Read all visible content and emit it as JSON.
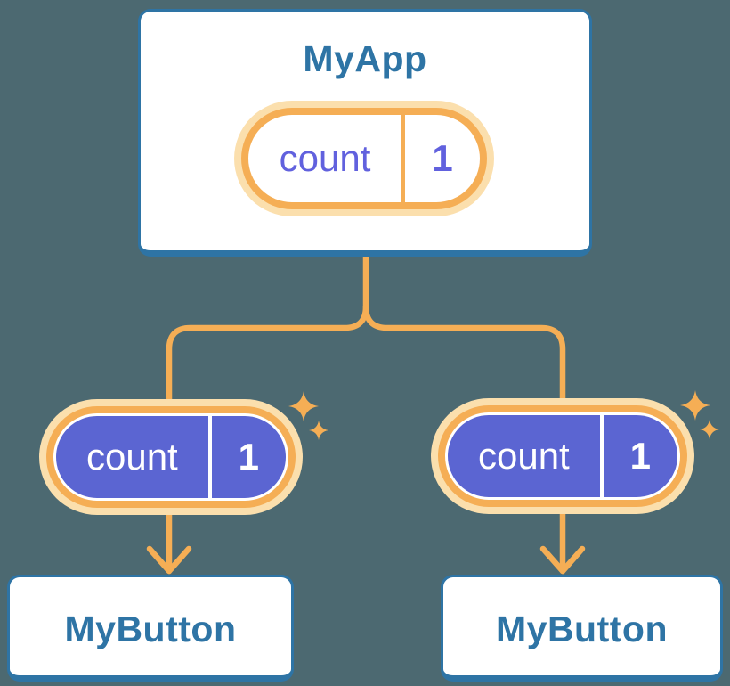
{
  "colors": {
    "background": "#4C6971",
    "card-bg": "#FFFFFF",
    "blue": "#2E74A5",
    "orange": "#F5AE55",
    "orange-halo": "#FBDFAD",
    "purple": "#5B65D2",
    "purple-text": "#6161DE"
  },
  "root": {
    "title": "MyApp",
    "state_pill": {
      "label": "count",
      "value": "1"
    }
  },
  "children": [
    {
      "pill": {
        "label": "count",
        "value": "1"
      },
      "card": {
        "title": "MyButton"
      }
    },
    {
      "pill": {
        "label": "count",
        "value": "1"
      },
      "card": {
        "title": "MyButton"
      }
    }
  ],
  "icons": {
    "sparkle": "four-point-sparkle",
    "arrow": "arrow-down-chevron"
  }
}
